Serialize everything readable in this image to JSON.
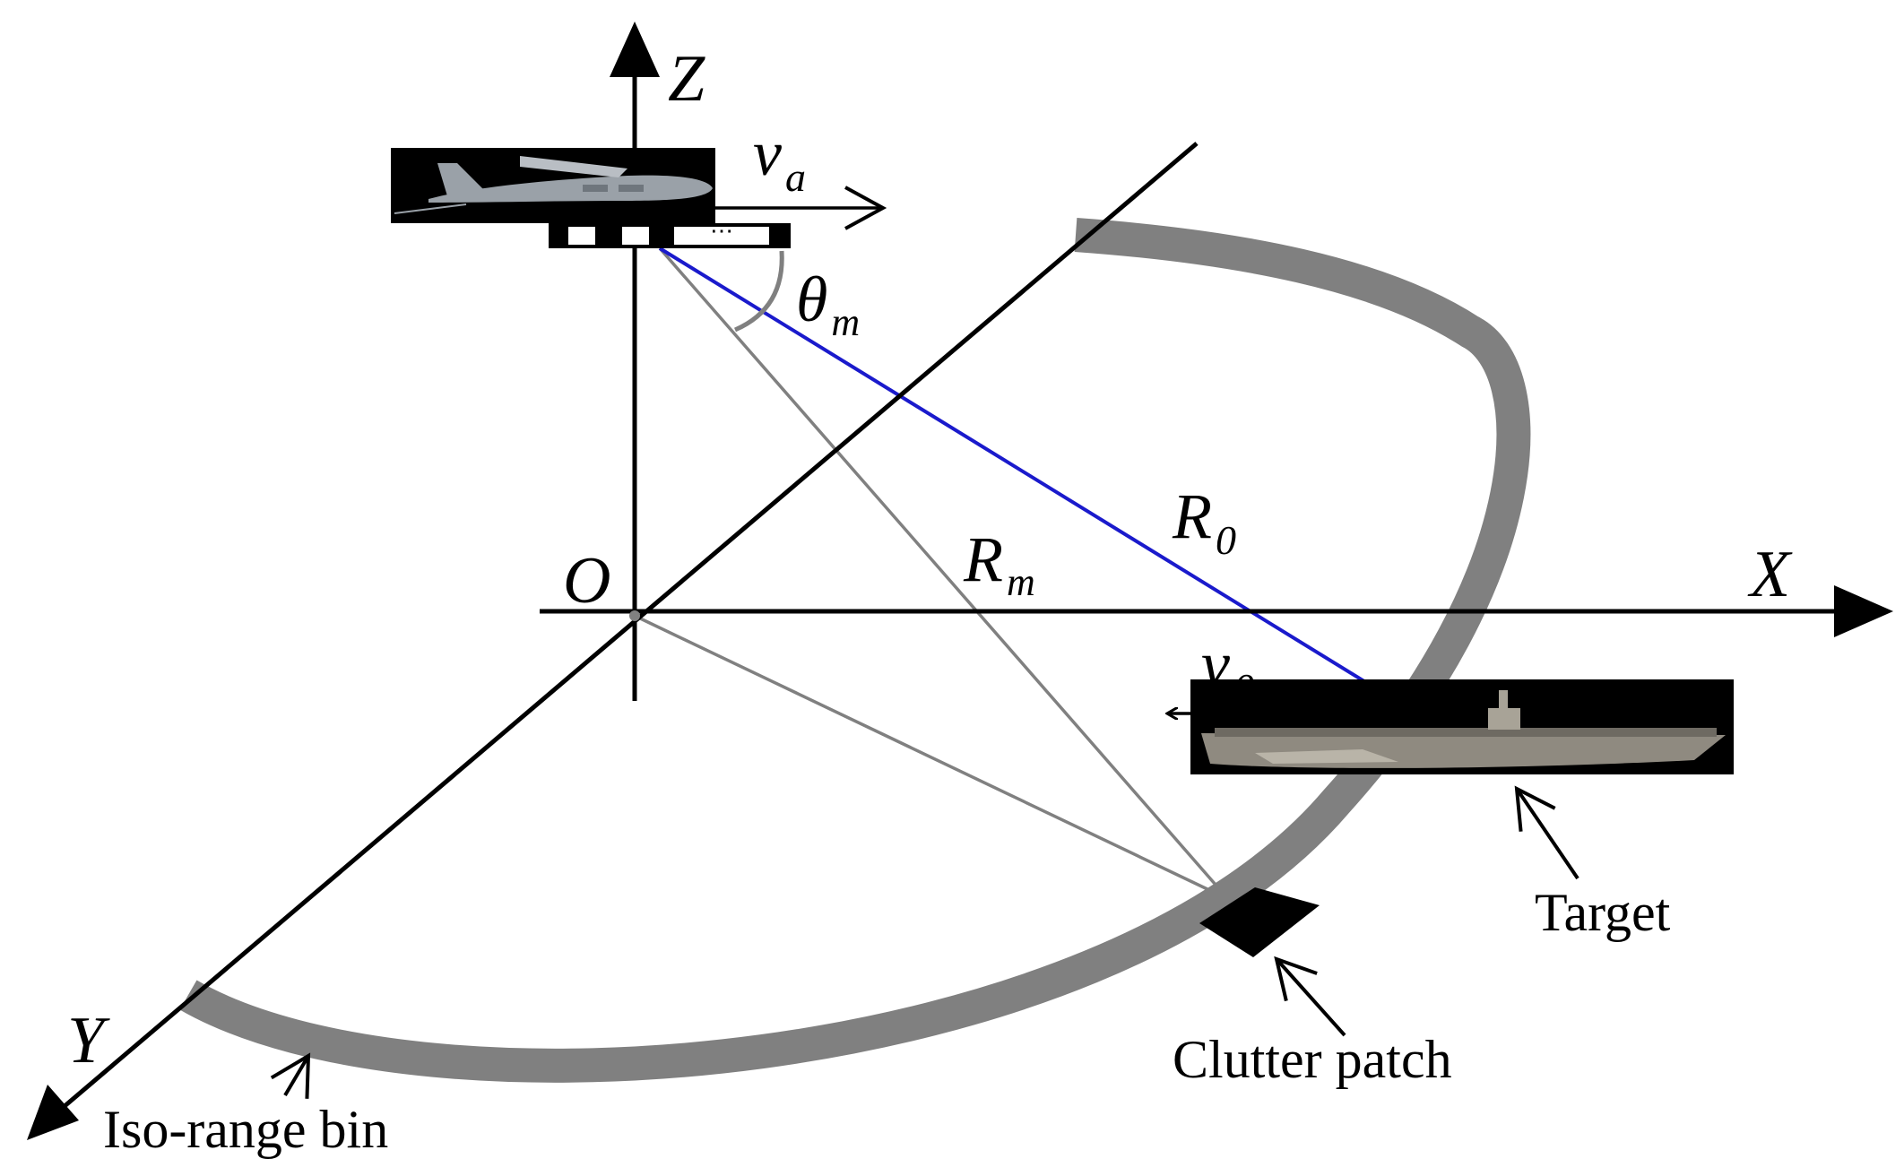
{
  "axes": {
    "x_label": "X",
    "y_label": "Y",
    "z_label": "Z",
    "origin_label": "O"
  },
  "symbols": {
    "platform_velocity": {
      "base": "v",
      "sub": "a"
    },
    "target_velocity": {
      "base": "v",
      "sub": "0"
    },
    "angle": {
      "base": "θ",
      "sub": "m"
    },
    "range_to_patch": {
      "base": "R",
      "sub": "m"
    },
    "range_to_target": {
      "base": "R",
      "sub": "0"
    },
    "array_dots": "⋯"
  },
  "annotations": {
    "target": "Target",
    "clutter_patch": "Clutter patch",
    "iso_range_bin": "Iso-range bin"
  },
  "colors": {
    "axis": "#000000",
    "iso_range_ring": "#808080",
    "clutter_patch": "#000000",
    "target_line": "#1a1acc",
    "range_line": "#808080",
    "aircraft_background": "#000000",
    "aircraft_body": "#9aa1a8",
    "ship_background": "#000000",
    "ship_hull": "#8f8a80"
  },
  "icons": {
    "aircraft": "aircraft-icon",
    "ship": "aircraft-carrier-icon"
  }
}
